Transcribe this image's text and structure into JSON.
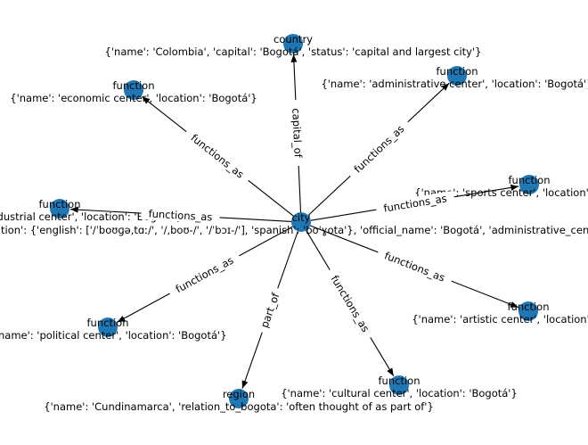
{
  "graph": {
    "nodes": [
      {
        "id": "city",
        "type": "city",
        "attrs": "{'pronunciation': {'english': ['/ˈboʊɡə,tɑː/', '/,boʊ-/', '/ˈbɔɪ-/'], 'spanish': 'boˈɣota'}, 'official_name': 'Bogotá', 'administrative_center': 'Bogotá'}"
      },
      {
        "id": "country",
        "type": "country",
        "attrs": "{'name': 'Colombia', 'capital': 'Bogotá', 'status': 'capital and largest city'}"
      },
      {
        "id": "f_admin",
        "type": "function",
        "attrs": "{'name': 'administrative center', 'location': 'Bogotá'}"
      },
      {
        "id": "f_econ",
        "type": "function",
        "attrs": "{'name': 'economic center', 'location': 'Bogotá'}"
      },
      {
        "id": "f_sports",
        "type": "function",
        "attrs": "{'name': 'sports center', 'location': 'Bogotá'}"
      },
      {
        "id": "f_indus",
        "type": "function",
        "attrs": "{'name': 'industrial center', 'location': 'Bogotá'}"
      },
      {
        "id": "f_art",
        "type": "function",
        "attrs": "{'name': 'artistic center', 'location': 'Bogotá'}"
      },
      {
        "id": "f_pol",
        "type": "function",
        "attrs": "{'name': 'political center', 'location': 'Bogotá'}"
      },
      {
        "id": "f_cult",
        "type": "function",
        "attrs": "{'name': 'cultural center', 'location': 'Bogotá'}"
      },
      {
        "id": "region",
        "type": "region",
        "attrs": "{'name': 'Cundinamarca', 'relation_to_bogota': 'often thought of as part of'}"
      }
    ],
    "edges": [
      {
        "from": "city",
        "to": "country",
        "label": "capital_of"
      },
      {
        "from": "city",
        "to": "f_admin",
        "label": "functions_as"
      },
      {
        "from": "city",
        "to": "f_econ",
        "label": "functions_as"
      },
      {
        "from": "city",
        "to": "f_sports",
        "label": "functions_as"
      },
      {
        "from": "city",
        "to": "f_indus",
        "label": "functions_as"
      },
      {
        "from": "city",
        "to": "f_art",
        "label": "functions_as"
      },
      {
        "from": "city",
        "to": "f_pol",
        "label": "functions_as"
      },
      {
        "from": "city",
        "to": "f_cult",
        "label": "functions_as"
      },
      {
        "from": "city",
        "to": "region",
        "label": "part_of"
      }
    ],
    "node_color": "#1f77b4",
    "edge_color": "#000000"
  }
}
